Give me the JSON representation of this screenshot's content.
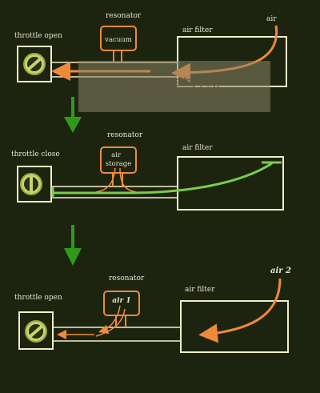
{
  "colors": {
    "background": "#1c2410",
    "outline": "#f3f0c8",
    "orange": "#f08a3a",
    "green_flow": "#7ccc4a",
    "green_arrow": "#2f9a1a",
    "throttle_disc": "#c8d46a",
    "watermark_box": "#8a8466"
  },
  "panel_top": {
    "throttle_label": "throttle open",
    "resonator_label": "resonator",
    "resonator_text": "vacuum",
    "filter_label": "air filter",
    "air_label": "air"
  },
  "panel_middle": {
    "throttle_label": "throttle close",
    "resonator_label": "resonator",
    "resonator_text_1": "air",
    "resonator_text_2": "storage",
    "filter_label": "air filter"
  },
  "panel_bottom": {
    "throttle_label": "throttle open",
    "resonator_label": "resonator",
    "resonator_text": "air 1",
    "filter_label": "air filter",
    "air_label": "air 2"
  },
  "watermark": "參陸壹捌"
}
